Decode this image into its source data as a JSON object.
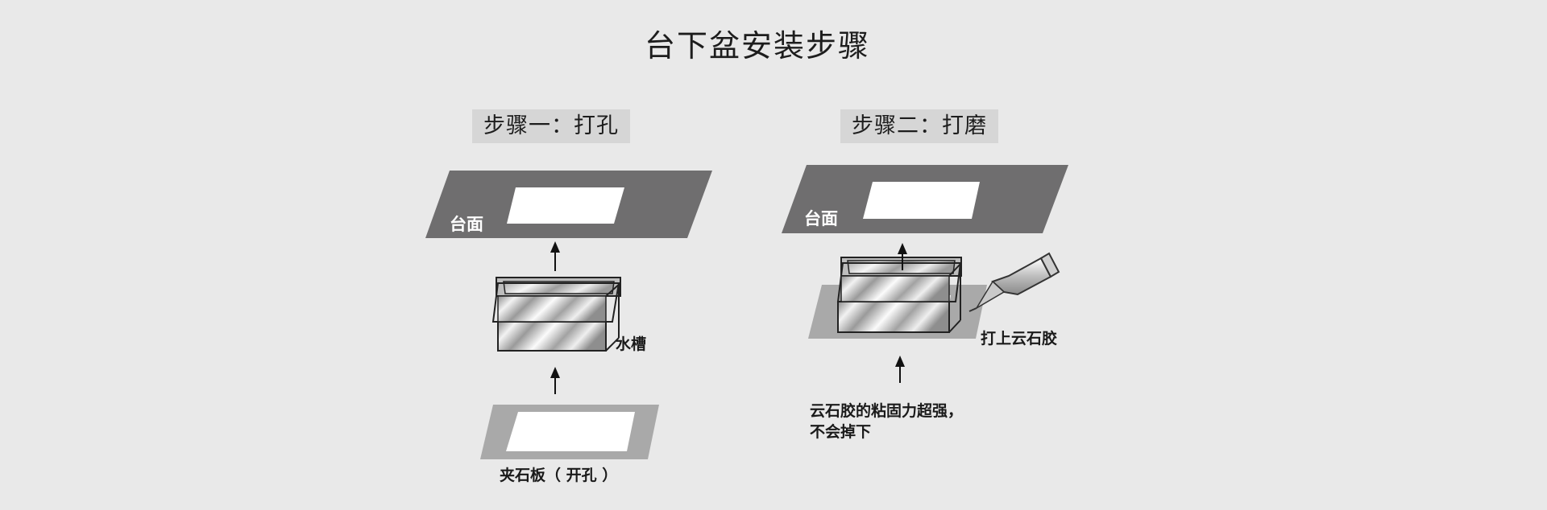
{
  "title": "台下盆安装步骤",
  "step1": {
    "heading": "步骤一：打孔",
    "countertop_label": "台面",
    "sink_label": "水槽",
    "clamp_label": "夹石板（ 开孔 ）"
  },
  "step2": {
    "heading": "步骤二：打磨",
    "countertop_label": "台面",
    "glue_label": "打上云石胶",
    "note_line1": "云石胶的粘固力超强，",
    "note_line2": "不会掉下"
  },
  "colors": {
    "background": "#e9e9e9",
    "countertop": "#6f6e6f",
    "clamp_plate": "#a9a9a9",
    "label_bg": "#d6d6d6"
  }
}
